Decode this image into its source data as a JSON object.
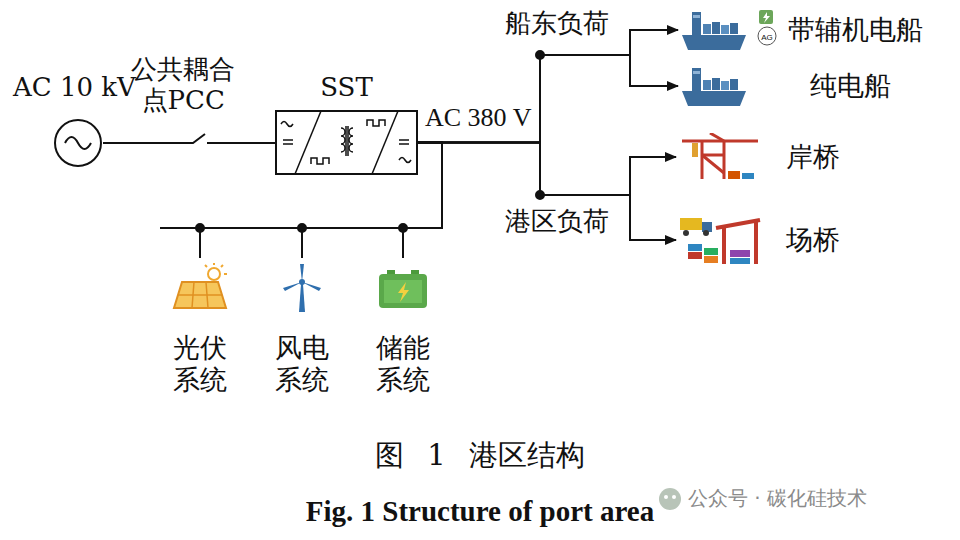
{
  "diagram": {
    "caption": "图 1 港区结构",
    "nodes": [
      {
        "text": [
          "AC 10 kV"
        ]
      },
      {
        "text": [
          "SST"
        ]
      },
      {
        "text": [
          "带辅机电船"
        ]
      },
      {
        "text": [
          "纯电船"
        ]
      },
      {
        "text": [
          "岸桥"
        ]
      },
      {
        "text": [
          "场桥"
        ]
      },
      {
        "text": [
          "光伏系统"
        ]
      },
      {
        "text": [
          "风电系统"
        ]
      },
      {
        "text": [
          "储能系统"
        ]
      }
    ],
    "edges": [
      {
        "from": 0,
        "to": 1,
        "arrow": "none",
        "label": "公共耦合点PCC"
      },
      {
        "from": 1,
        "to": 2,
        "arrow": "to"
      },
      {
        "from": 1,
        "to": 3,
        "arrow": "to"
      },
      {
        "from": 1,
        "to": 4,
        "arrow": "to"
      },
      {
        "from": 1,
        "to": 5,
        "arrow": "to"
      },
      {
        "from": 1,
        "to": 6,
        "arrow": "none"
      },
      {
        "from": 1,
        "to": 7,
        "arrow": "none"
      },
      {
        "from": 1,
        "to": 8,
        "arrow": "none"
      }
    ],
    "labels": [
      "船东负荷",
      "港区负荷",
      "AC 380 V",
      "AG",
      "Fig. 1 Structure of port area",
      "公众号 · 碳化硅技术"
    ]
  }
}
